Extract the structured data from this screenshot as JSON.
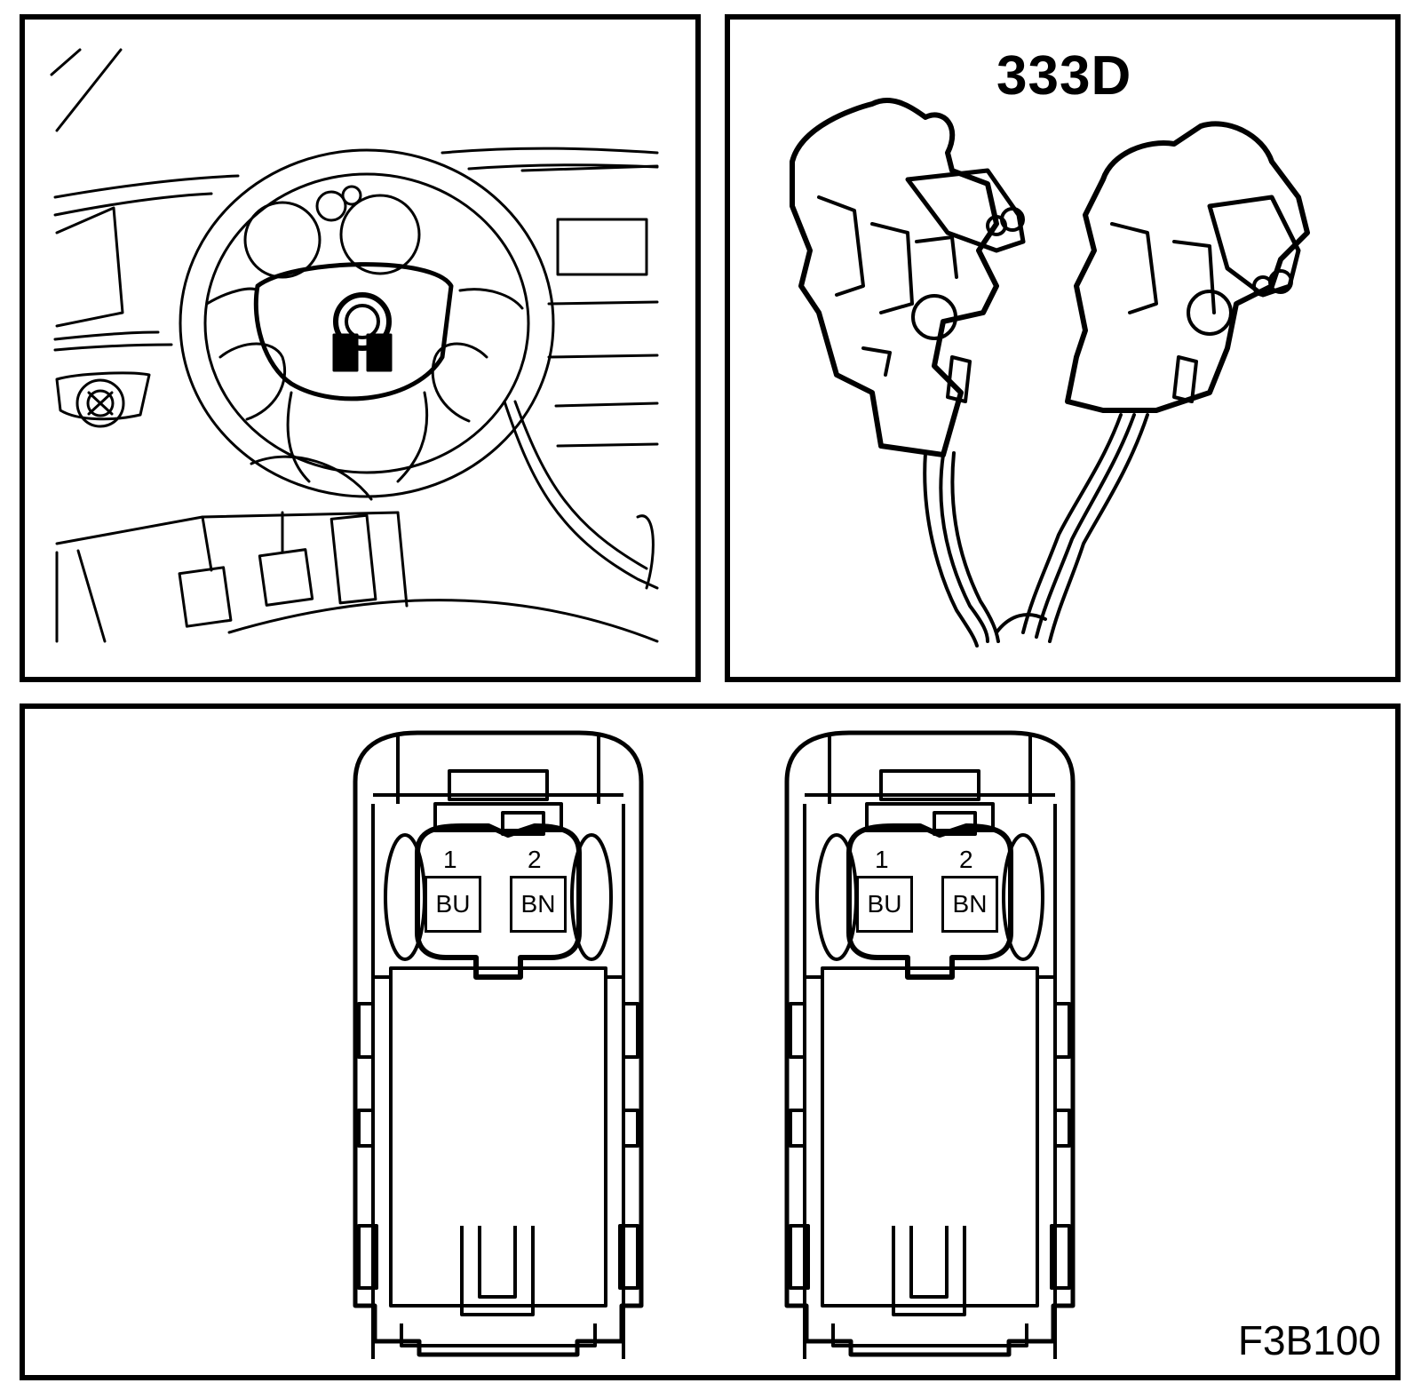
{
  "connector_panel": {
    "label": "333D"
  },
  "figure": {
    "code": "F3B100"
  },
  "pinout": {
    "connectors": [
      {
        "pins": [
          {
            "number": "1",
            "color": "BU"
          },
          {
            "number": "2",
            "color": "BN"
          }
        ]
      },
      {
        "pins": [
          {
            "number": "1",
            "color": "BU"
          },
          {
            "number": "2",
            "color": "BN"
          }
        ]
      }
    ]
  }
}
